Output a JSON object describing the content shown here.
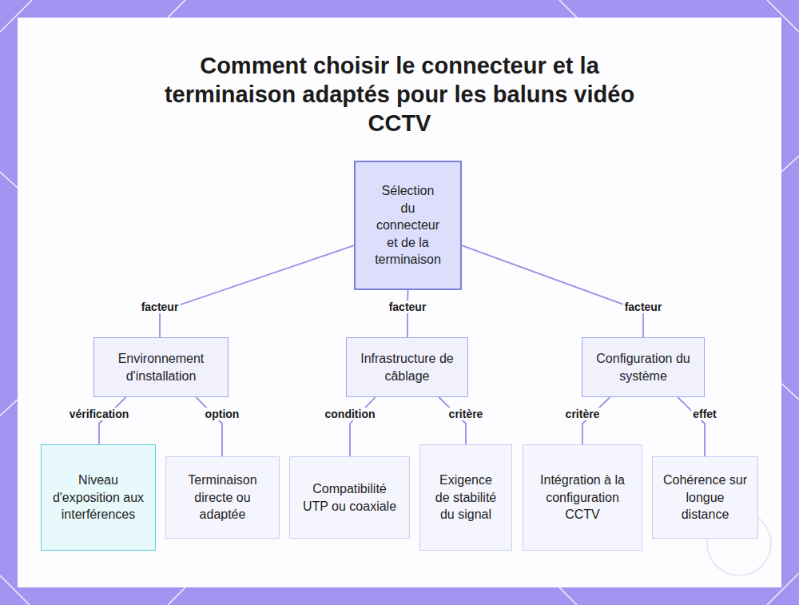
{
  "diagram": {
    "title": "Comment choisir le connecteur et la terminaison adaptés pour les baluns vidéo CCTV",
    "nodes": [
      {
        "text": [
          "Sélection du connecteur et de la terminaison"
        ]
      },
      {
        "text": [
          "Environnement d'installation"
        ]
      },
      {
        "text": [
          "Infrastructure de câblage"
        ]
      },
      {
        "text": [
          "Configuration du système"
        ]
      },
      {
        "text": [
          "Niveau d'exposition aux interférences"
        ]
      },
      {
        "text": [
          "Terminaison directe ou adaptée"
        ]
      },
      {
        "text": [
          "Compatibilité UTP ou coaxiale"
        ]
      },
      {
        "text": [
          "Exigence de stabilité du signal"
        ]
      },
      {
        "text": [
          "Intégration à la configuration CCTV"
        ]
      },
      {
        "text": [
          "Cohérence sur longue distance"
        ]
      }
    ],
    "edges": [
      {
        "from": 0,
        "to": 1,
        "label": "facteur",
        "arrow": "none"
      },
      {
        "from": 0,
        "to": 2,
        "label": "facteur",
        "arrow": "none"
      },
      {
        "from": 0,
        "to": 3,
        "label": "facteur",
        "arrow": "none"
      },
      {
        "from": 1,
        "to": 4,
        "label": "vérification",
        "arrow": "none"
      },
      {
        "from": 1,
        "to": 5,
        "label": "option",
        "arrow": "none"
      },
      {
        "from": 2,
        "to": 6,
        "label": "condition",
        "arrow": "none"
      },
      {
        "from": 2,
        "to": 7,
        "label": "critère",
        "arrow": "none"
      },
      {
        "from": 3,
        "to": 8,
        "label": "critère",
        "arrow": "none"
      },
      {
        "from": 3,
        "to": 9,
        "label": "effet",
        "arrow": "none"
      }
    ]
  }
}
